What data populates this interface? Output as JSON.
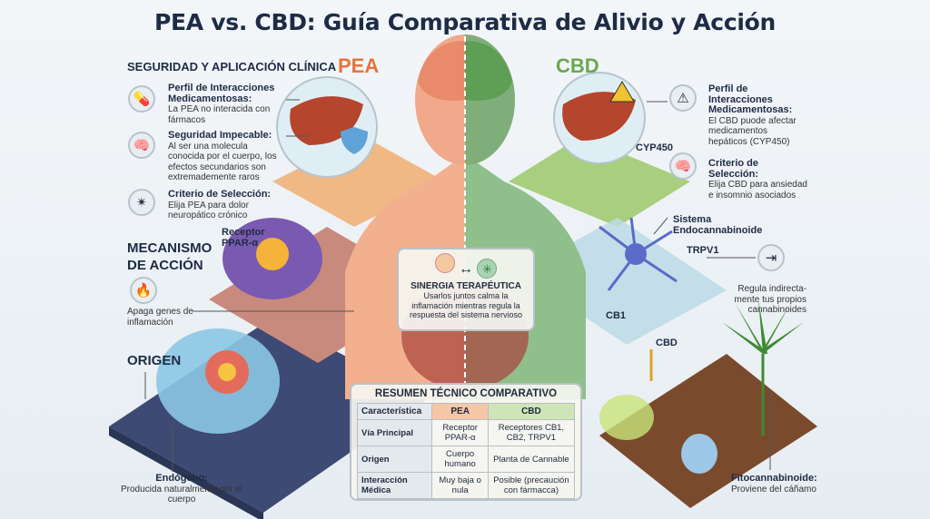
{
  "title": "PEA vs. CBD: Guía Comparativa de Alivio y Acción",
  "labels": {
    "pea": "PEA",
    "cbd": "CBD",
    "pea_color": "#e5743c",
    "cbd_color": "#6aa84f"
  },
  "left": {
    "section_safety": "SEGURIDAD Y APLICACIÓN CLÍNICA",
    "items": [
      {
        "icon": "pill-bottle-icon",
        "title": "Perfil de Interacciones Medicamentosas:",
        "text": "La PEA no interacida con fármacos"
      },
      {
        "icon": "brain-icon",
        "title": "Seguridad Impecable:",
        "text": "Al ser una molecula conocida por el cuerpo, los efectos secundarios son extremademente raros"
      },
      {
        "icon": "neuron-icon",
        "title": "Criterio de Selección:",
        "text": "Elija PEA para dolor neuropático crónico"
      }
    ],
    "receptor": "Receptor PPAR-α",
    "section_mechanism": "MECANISMO DE ACCIÓN",
    "mechanism_text": "Apaga genes de inflamación",
    "section_origin": "ORIGEN",
    "origin_title": "Endógeno:",
    "origin_text": "Producida naturalmente por el cuerpo"
  },
  "right": {
    "items": [
      {
        "icon": "warning-icon",
        "title": "Perfil de Interacciones Medicamentosas:",
        "text": "El CBD puode afectar medicamentos hepáticos (CYP450)"
      },
      {
        "icon": "brain-icon",
        "title": "Criterio de Selección:",
        "text": "Elija CBD para ansiedad e insomnio asociados"
      }
    ],
    "cyp": "CYP450",
    "system": "Sistema Endocannabinoide",
    "trpv1": "TRPV1",
    "cb1": "CB1",
    "cbd_arrow": "CBD",
    "regula": "Regula indirecta-mente tus propios cannabinoides",
    "origin_title": "Fitocannabinoide:",
    "origin_text": "Proviene del cáñamo"
  },
  "synergy": {
    "title": "SINERGIA TERAPÉUTICA",
    "text": "Usarlos juntos calma la inflamación mientras regula la respuesta del sistema nervioso"
  },
  "summary": {
    "title": "RESUMEN TÉCNICO COMPARATIVO",
    "headers": [
      "Característica",
      "PEA",
      "CBD"
    ],
    "rows": [
      [
        "Vía Principal",
        "Receptor PPAR-α",
        "Receptores CB1, CB2, TRPV1"
      ],
      [
        "Origen",
        "Cuerpo humano",
        "Planta de Cannable"
      ],
      [
        "Interacción Médica",
        "Muy baja o nula",
        "Posible (precaución con fármacca)"
      ]
    ]
  }
}
